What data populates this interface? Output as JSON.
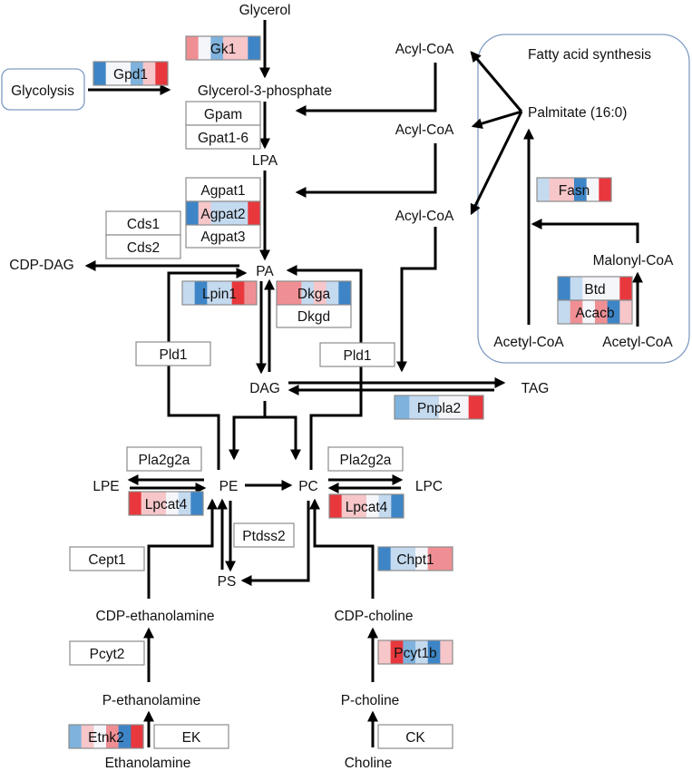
{
  "colors": {
    "strong_blue": "#3d85c6",
    "mid_blue": "#7fb2dd",
    "light_blue": "#c4daef",
    "white": "#f4f6fa",
    "light_red": "#f6c6c9",
    "mid_red": "#ef8f94",
    "strong_red": "#e8383d"
  },
  "groups": {
    "glycolysis": "Glycolysis",
    "fatty_acid_synthesis": "Fatty acid synthesis"
  },
  "metabolites": {
    "glycerol": "Glycerol",
    "g3p": "Glycerol-3-phosphate",
    "lpa": "LPA",
    "pa": "PA",
    "cdp_dag": "CDP-DAG",
    "dag": "DAG",
    "tag": "TAG",
    "pe": "PE",
    "pc": "PC",
    "ps": "PS",
    "lpe": "LPE",
    "lpc": "LPC",
    "cdp_ethanolamine": "CDP-ethanolamine",
    "p_ethanolamine": "P-ethanolamine",
    "ethanolamine": "Ethanolamine",
    "cdp_choline": "CDP-choline",
    "p_choline": "P-choline",
    "choline": "Choline",
    "acyl_coa_1": "Acyl-CoA",
    "acyl_coa_2": "Acyl-CoA",
    "acyl_coa_3": "Acyl-CoA",
    "palmitate": "Palmitate (16:0)",
    "malonyl_coa": "Malonyl-CoA",
    "acetyl_coa_1": "Acetyl-CoA",
    "acetyl_coa_2": "Acetyl-CoA"
  },
  "enzymes_plain": {
    "gpam": "Gpam",
    "gpat": "Gpat1-6",
    "agpat1": "Agpat1",
    "agpat3": "Agpat3",
    "cds1": "Cds1",
    "cds2": "Cds2",
    "dkgd": "Dkgd",
    "pld1_left": "Pld1",
    "pld1_right": "Pld1",
    "pla2g2a_left": "Pla2g2a",
    "pla2g2a_right": "Pla2g2a",
    "ptdss2": "Ptdss2",
    "cept1": "Cept1",
    "pcyt2": "Pcyt2",
    "ek": "EK",
    "ck": "CK"
  },
  "heatmap_genes": [
    {
      "key": "gk1",
      "label": "Gk1",
      "cells": [
        "mid_red",
        "white",
        "mid_blue",
        "light_red",
        "light_red",
        "strong_blue"
      ]
    },
    {
      "key": "gpd1",
      "label": "Gpd1",
      "cells": [
        "strong_blue",
        "white",
        "white",
        "mid_blue",
        "light_red",
        "strong_red"
      ]
    },
    {
      "key": "agpat2",
      "label": "Agpat2",
      "cells": [
        "strong_blue",
        "light_red",
        "light_blue",
        "light_blue",
        "light_blue",
        "strong_red"
      ]
    },
    {
      "key": "lpin1",
      "label": "Lpin1",
      "cells": [
        "light_blue",
        "strong_blue",
        "light_blue",
        "light_blue",
        "strong_red",
        "mid_red"
      ]
    },
    {
      "key": "dkga",
      "label": "Dkga",
      "cells": [
        "mid_red",
        "mid_red",
        "light_blue",
        "light_red",
        "light_blue",
        "strong_blue"
      ]
    },
    {
      "key": "fasn",
      "label": "Fasn",
      "cells": [
        "light_blue",
        "light_red",
        "light_red",
        "strong_blue",
        "white",
        "strong_red"
      ]
    },
    {
      "key": "btd",
      "label": "Btd",
      "cells": [
        "strong_blue",
        "light_blue",
        "white",
        "white",
        "white",
        "strong_red"
      ]
    },
    {
      "key": "acacb",
      "label": "Acacb",
      "cells": [
        "light_blue",
        "mid_red",
        "white",
        "mid_red",
        "strong_blue",
        "light_red"
      ]
    },
    {
      "key": "pnpla2",
      "label": "Pnpla2",
      "cells": [
        "mid_blue",
        "light_blue",
        "light_blue",
        "white",
        "white",
        "strong_red"
      ]
    },
    {
      "key": "lpcat4_left",
      "label": "Lpcat4",
      "cells": [
        "strong_red",
        "light_red",
        "light_red",
        "white",
        "light_blue",
        "strong_blue"
      ]
    },
    {
      "key": "lpcat4_right",
      "label": "Lpcat4",
      "cells": [
        "strong_red",
        "light_red",
        "light_red",
        "white",
        "light_blue",
        "strong_blue"
      ]
    },
    {
      "key": "chpt1",
      "label": "Chpt1",
      "cells": [
        "strong_blue",
        "light_blue",
        "light_blue",
        "white",
        "mid_red",
        "mid_red"
      ]
    },
    {
      "key": "pcyt1b",
      "label": "Pcyt1b",
      "cells": [
        "light_red",
        "strong_red",
        "mid_blue",
        "light_blue",
        "strong_blue",
        "light_red"
      ]
    },
    {
      "key": "etnk2",
      "label": "Etnk2",
      "cells": [
        "mid_blue",
        "light_red",
        "white",
        "mid_red",
        "strong_blue",
        "strong_red"
      ]
    }
  ]
}
